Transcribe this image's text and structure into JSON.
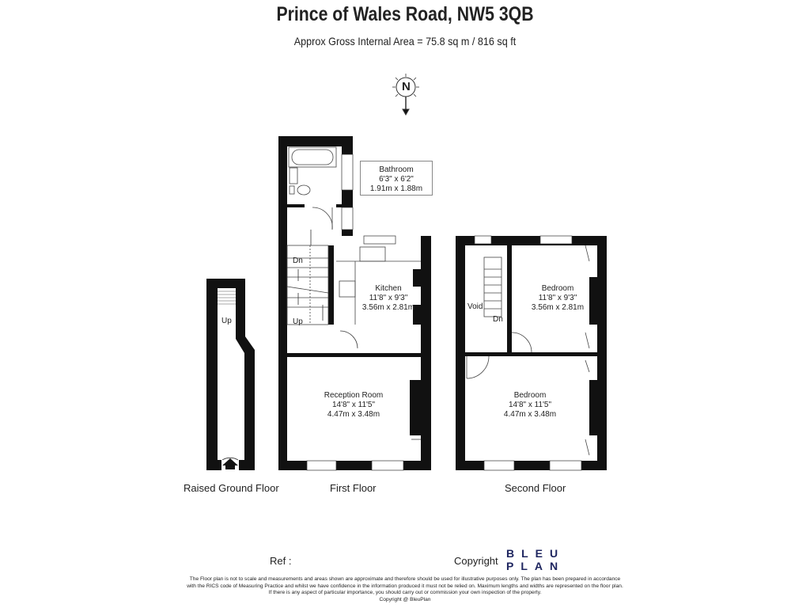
{
  "title": "Prince of Wales Road, NW5 3QB",
  "subtitle": "Approx Gross Internal Area = 75.8 sq m / 816 sq ft",
  "compass": {
    "label": "N",
    "icon": "north-arrow-icon"
  },
  "floors": [
    {
      "name": "Raised Ground Floor",
      "labels": [
        "Up"
      ]
    },
    {
      "name": "First Floor",
      "labels": [
        "Dn",
        "Up"
      ]
    },
    {
      "name": "Second Floor",
      "labels": [
        "Void",
        "Dn"
      ]
    }
  ],
  "rooms": [
    {
      "name": "Bathroom",
      "imperial": "6'3\" x 6'2\"",
      "metric": "1.91m x 1.88m"
    },
    {
      "name": "Kitchen",
      "imperial": "11'8\" x 9'3\"",
      "metric": "3.56m x 2.81m"
    },
    {
      "name": "Reception Room",
      "imperial": "14'8\" x 11'5\"",
      "metric": "4.47m x 3.48m"
    },
    {
      "name": "Bedroom",
      "imperial": "11'8\" x 9'3\"",
      "metric": "3.56m x 2.81m"
    },
    {
      "name": "Bedroom",
      "imperial": "14'8\" x 11'5\"",
      "metric": "4.47m x 3.48m"
    }
  ],
  "footer": {
    "ref": "Ref  :",
    "copyright": "Copyright",
    "logo": [
      "BLEU",
      "PLAN"
    ],
    "disclaimer": [
      "The Floor plan is not to scale and measurements and areas shown are approximate and therefore should be used for illustrative purposes only. The plan has been prepared in accordance",
      "with the RICS code of Measuring Practice and whilst we have confidence in the information produced it must not be relied on. Maximum lengths and widths are represented on the floor plan.",
      "If there is any aspect of particular importance, you should carry out or commission your own inspection of the property.",
      "Copyright @ BleuPlan"
    ]
  },
  "colors": {
    "wall": "#111111",
    "logo": "#1f2660"
  }
}
